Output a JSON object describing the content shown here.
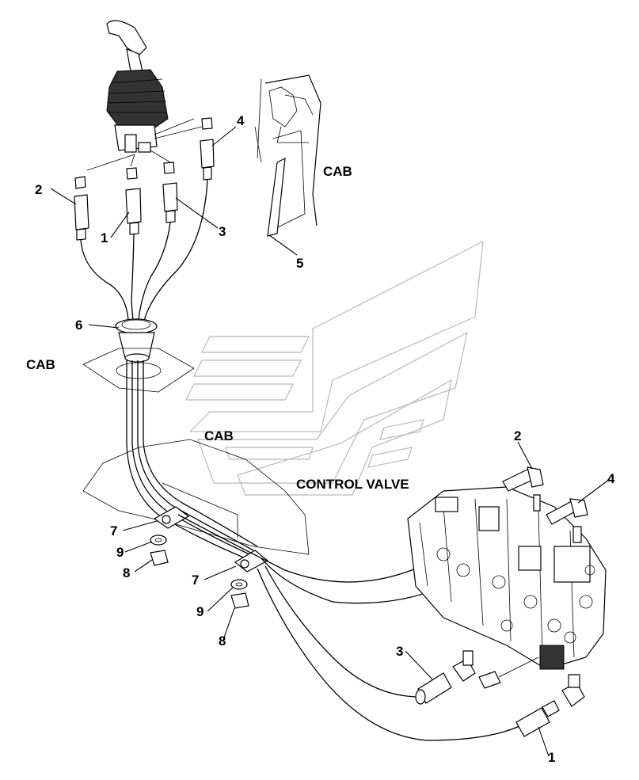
{
  "labels": {
    "cab_top": "CAB",
    "cab_left": "CAB",
    "cab_center": "CAB",
    "control_valve": "CONTROL VALVE"
  },
  "callouts": {
    "joystick_1": "1",
    "joystick_2": "2",
    "joystick_3": "3",
    "joystick_4": "4",
    "trim_5": "5",
    "grommet_6": "6",
    "clamp_7a": "7",
    "clamp_7b": "7",
    "washer_9a": "9",
    "washer_9b": "9",
    "nut_8a": "8",
    "nut_8b": "8",
    "valve_2": "2",
    "valve_4": "4",
    "valve_3": "3",
    "valve_1": "1"
  },
  "colors": {
    "line": "#000000",
    "watermark": "#b8b8b8",
    "background": "#ffffff"
  }
}
